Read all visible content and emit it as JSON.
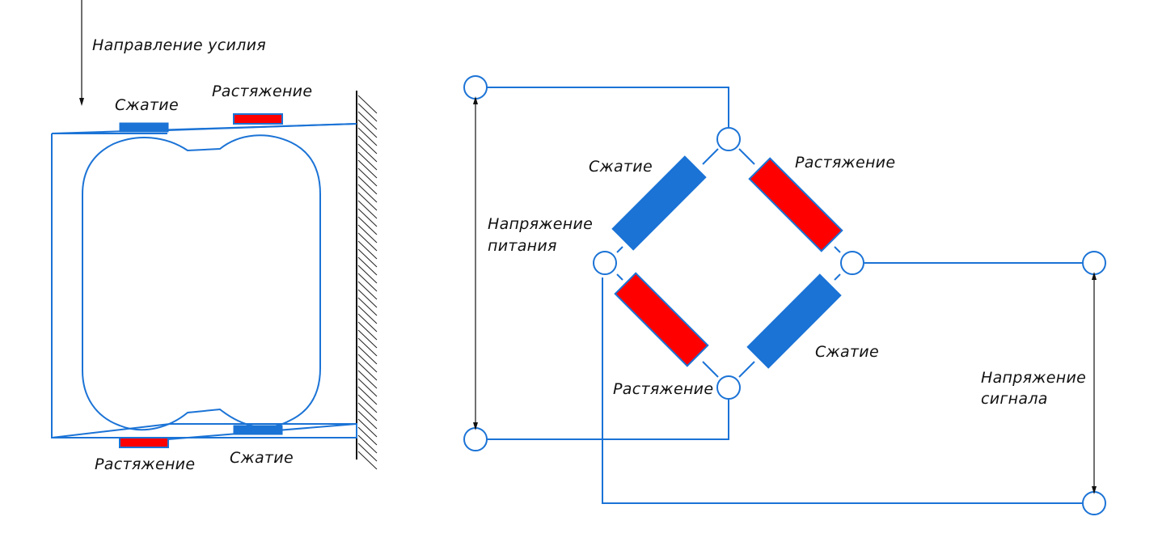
{
  "colors": {
    "wire": "#1b73d6",
    "compression_gauge": "#1b73d6",
    "tension_gauge": "#ff0000",
    "text": "#111111"
  },
  "left_diagram": {
    "force_direction_label": "Направление усилия",
    "top_compression_label": "Сжатие",
    "top_tension_label": "Растяжение",
    "bottom_tension_label": "Растяжение",
    "bottom_compression_label": "Сжатие"
  },
  "bridge_diagram": {
    "top_left_arm_label": "Сжатие",
    "top_right_arm_label": "Растяжение",
    "bottom_left_arm_label": "Растяжение",
    "bottom_right_arm_label": "Сжатие",
    "supply_voltage_label": [
      "Напряжение",
      "питания"
    ],
    "signal_voltage_label": [
      "Напряжение",
      "сигнала"
    ]
  }
}
